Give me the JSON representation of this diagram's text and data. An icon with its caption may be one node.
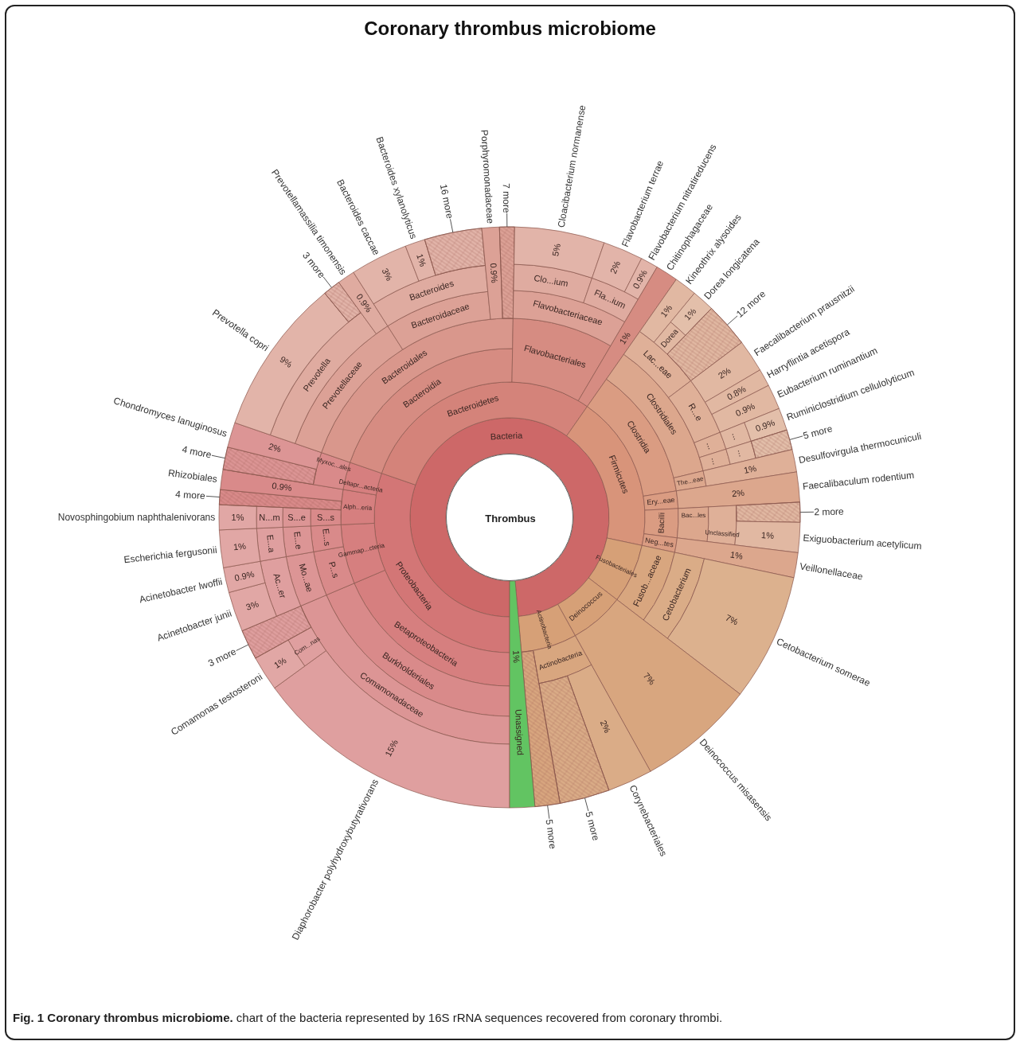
{
  "diagram": {
    "title": "Coronary thrombus microbiome",
    "caption": "**Fig. 1 Coronary thrombus microbiome.** chart of the bacteria represented by 16S rRNA sequences recovered from coronary thrombi.",
    "nodes": [
      {
        "text": [
          "Thrombus"
        ]
      },
      {
        "text": [
          "Bacteria"
        ]
      },
      {
        "text": [
          "Proteobacteria"
        ]
      },
      {
        "text": [
          "Betaproteobacteria"
        ]
      },
      {
        "text": [
          "Burkholderiales"
        ]
      },
      {
        "text": [
          "Comamonadaceae"
        ]
      },
      {
        "text": [
          "15%"
        ],
        "beside": [
          "Diaphorobacter polyhydroxybutyrativorans"
        ]
      },
      {
        "text": [
          "Com...nas"
        ]
      },
      {
        "text": [
          "1%"
        ],
        "beside": [
          "Comamonas testosteroni"
        ]
      },
      {
        "text": [],
        "shape": "wedge"
      },
      {
        "text": [
          "Gammap...cteria"
        ]
      },
      {
        "text": [
          "P...s"
        ]
      },
      {
        "text": [
          "Mo...ae"
        ]
      },
      {
        "text": [
          "Ac...er"
        ]
      },
      {
        "text": [
          "3%"
        ],
        "beside": [
          "Acinetobacter junii"
        ]
      },
      {
        "text": [
          "0.9%"
        ],
        "beside": [
          "Acinetobacter lwoffii"
        ]
      },
      {
        "text": [
          "E...s"
        ]
      },
      {
        "text": [
          "E...e"
        ]
      },
      {
        "text": [
          "E...a"
        ]
      },
      {
        "text": [
          "1%"
        ],
        "beside": [
          "Escherichia fergusonii"
        ]
      },
      {
        "text": [
          "Alph...eria"
        ]
      },
      {
        "text": [
          "S...s"
        ]
      },
      {
        "text": [
          "S...e"
        ]
      },
      {
        "text": [
          "N...m"
        ]
      },
      {
        "text": [
          "1%"
        ],
        "beside": [
          "Novosphingobium naphthalenivorans"
        ]
      },
      {
        "text": [],
        "shape": "wedge"
      },
      {
        "text": [
          "0.9%"
        ],
        "beside": [
          "Rhizobiales"
        ]
      },
      {
        "text": [
          "Deltapr...acteria"
        ]
      },
      {
        "text": [
          "Myxoc...ales"
        ]
      },
      {
        "text": [],
        "shape": "wedge"
      },
      {
        "text": [
          "2%"
        ],
        "beside": [
          "Chondromyces lanuginosus"
        ]
      },
      {
        "text": [
          "Bacteroidetes"
        ]
      },
      {
        "text": [
          "Bacteroidia"
        ]
      },
      {
        "text": [
          "Bacteroidales"
        ]
      },
      {
        "text": [
          "Prevotellaceae"
        ]
      },
      {
        "text": [
          "Prevotella"
        ]
      },
      {
        "text": [
          "9%"
        ],
        "beside": [
          "Prevotella copri"
        ]
      },
      {
        "text": [],
        "shape": "wedge"
      },
      {
        "text": [
          "0.9%"
        ],
        "beside": [
          "Prevotellamassilia timonensis"
        ]
      },
      {
        "text": [
          "Bacteroidaceae"
        ]
      },
      {
        "text": [
          "Bacteroides"
        ]
      },
      {
        "text": [
          "3%"
        ],
        "beside": [
          "Bacteroides caccae"
        ]
      },
      {
        "text": [
          "1%"
        ],
        "beside": [
          "Bacteroides xylanolyticus"
        ]
      },
      {
        "text": [],
        "shape": "wedge"
      },
      {
        "text": [
          "0.9%"
        ],
        "beside": [
          "Porphyromonadaceae"
        ]
      },
      {
        "text": [],
        "shape": "wedge"
      },
      {
        "text": [
          "Flavobacteriales"
        ]
      },
      {
        "text": [
          "Flavobacteriaceae"
        ]
      },
      {
        "text": [
          "Clo...ium"
        ]
      },
      {
        "text": [
          "5%"
        ],
        "beside": [
          "Cloacibacterium normanense"
        ]
      },
      {
        "text": [
          "Fla...ium"
        ]
      },
      {
        "text": [
          "2%"
        ],
        "beside": [
          "Flavobacterium terrae"
        ]
      },
      {
        "text": [
          "0.9%"
        ],
        "beside": [
          "Flavobacterium nitratireducens"
        ]
      },
      {
        "text": [
          "1%"
        ],
        "beside": [
          "Chitinophagaceae"
        ]
      },
      {
        "text": [
          "Firmicutes"
        ]
      },
      {
        "text": [
          "Clostridia"
        ]
      },
      {
        "text": [
          "Clostridiales"
        ]
      },
      {
        "text": [
          "Lac...eae"
        ]
      },
      {
        "text": [
          "1%"
        ],
        "beside": [
          "Kineothrix alysoides"
        ]
      },
      {
        "text": [
          "Dorea"
        ]
      },
      {
        "text": [
          "1%"
        ],
        "beside": [
          "Dorea longicatena"
        ]
      },
      {
        "text": [],
        "shape": "wedge"
      },
      {
        "text": [
          "R...e"
        ]
      },
      {
        "text": [
          "2%"
        ],
        "beside": [
          "Faecalibacterium prausnitzii"
        ]
      },
      {
        "text": [
          "0.8%"
        ],
        "beside": [
          "Harryflintia acetispora"
        ]
      },
      {
        "text": [
          "0.9%"
        ],
        "beside": [
          "Eubacterium ruminantium"
        ]
      },
      {
        "text": [
          "..."
        ]
      },
      {
        "text": [
          "..."
        ]
      },
      {
        "text": [
          "0.9%"
        ],
        "beside": [
          "Ruminiclostridium cellulolyticum"
        ]
      },
      {
        "text": [
          "..."
        ]
      },
      {
        "text": [
          "..."
        ]
      },
      {
        "text": [],
        "shape": "wedge"
      },
      {
        "text": [
          "The...eae"
        ]
      },
      {
        "text": [
          "1%"
        ],
        "beside": [
          "Desulfovirgula thermocuniculi"
        ]
      },
      {
        "text": [
          "Ery...eae"
        ]
      },
      {
        "text": [
          "2%"
        ],
        "beside": [
          "Faecalibaculum rodentium"
        ]
      },
      {
        "text": [
          "Bacilli"
        ]
      },
      {
        "text": [
          "Bac...les"
        ]
      },
      {
        "text": [
          "Unclassified"
        ]
      },
      {
        "text": [],
        "shape": "wedge"
      },
      {
        "text": [
          "1%"
        ],
        "beside": [
          "Exiguobacterium acetylicum"
        ]
      },
      {
        "text": [
          "Neg...tes"
        ]
      },
      {
        "text": [
          "1%"
        ],
        "beside": [
          "Veillonellaceae"
        ]
      },
      {
        "text": [
          "Fusobacteriales"
        ]
      },
      {
        "text": [
          "Fusob...aceae"
        ]
      },
      {
        "text": [
          "Cetobacterium"
        ]
      },
      {
        "text": [
          "7%"
        ],
        "beside": [
          "Cetobacterium somerae"
        ]
      },
      {
        "text": [
          "Deinococcus"
        ]
      },
      {
        "text": [
          "7%"
        ],
        "beside": [
          "Deinococcus misasensis"
        ]
      },
      {
        "text": [
          "Actinobacteria"
        ]
      },
      {
        "text": [
          "Actinobacteria"
        ]
      },
      {
        "text": [
          "2%"
        ],
        "beside": [
          "Corynebacteriales"
        ]
      },
      {
        "text": [],
        "shape": "wedge"
      },
      {
        "text": [],
        "shape": "wedge"
      },
      {
        "text": [
          "1%",
          "Unassigned"
        ]
      },
      {
        "text": [
          "3 more"
        ]
      },
      {
        "text": [
          "4 more"
        ]
      },
      {
        "text": [
          "4 more"
        ]
      },
      {
        "text": [
          "3 more"
        ]
      },
      {
        "text": [
          "16 more"
        ]
      },
      {
        "text": [
          "7 more"
        ]
      },
      {
        "text": [
          "12 more"
        ]
      },
      {
        "text": [
          "5 more"
        ]
      },
      {
        "text": [
          "2 more"
        ]
      },
      {
        "text": [
          "5 more"
        ]
      },
      {
        "text": [
          "5 more"
        ]
      }
    ],
    "edges": [
      {
        "from": 95,
        "to": 9,
        "arrow": "none"
      },
      {
        "from": 96,
        "to": 25,
        "arrow": "none"
      },
      {
        "from": 97,
        "to": 29,
        "arrow": "none"
      },
      {
        "from": 98,
        "to": 37,
        "arrow": "none"
      },
      {
        "from": 99,
        "to": 43,
        "arrow": "none"
      },
      {
        "from": 100,
        "to": 45,
        "arrow": "none"
      },
      {
        "from": 101,
        "to": 61,
        "arrow": "none"
      },
      {
        "from": 102,
        "to": 71,
        "arrow": "none"
      },
      {
        "from": 103,
        "to": 79,
        "arrow": "none"
      },
      {
        "from": 104,
        "to": 92,
        "arrow": "none"
      },
      {
        "from": 105,
        "to": 93,
        "arrow": "none"
      }
    ]
  }
}
